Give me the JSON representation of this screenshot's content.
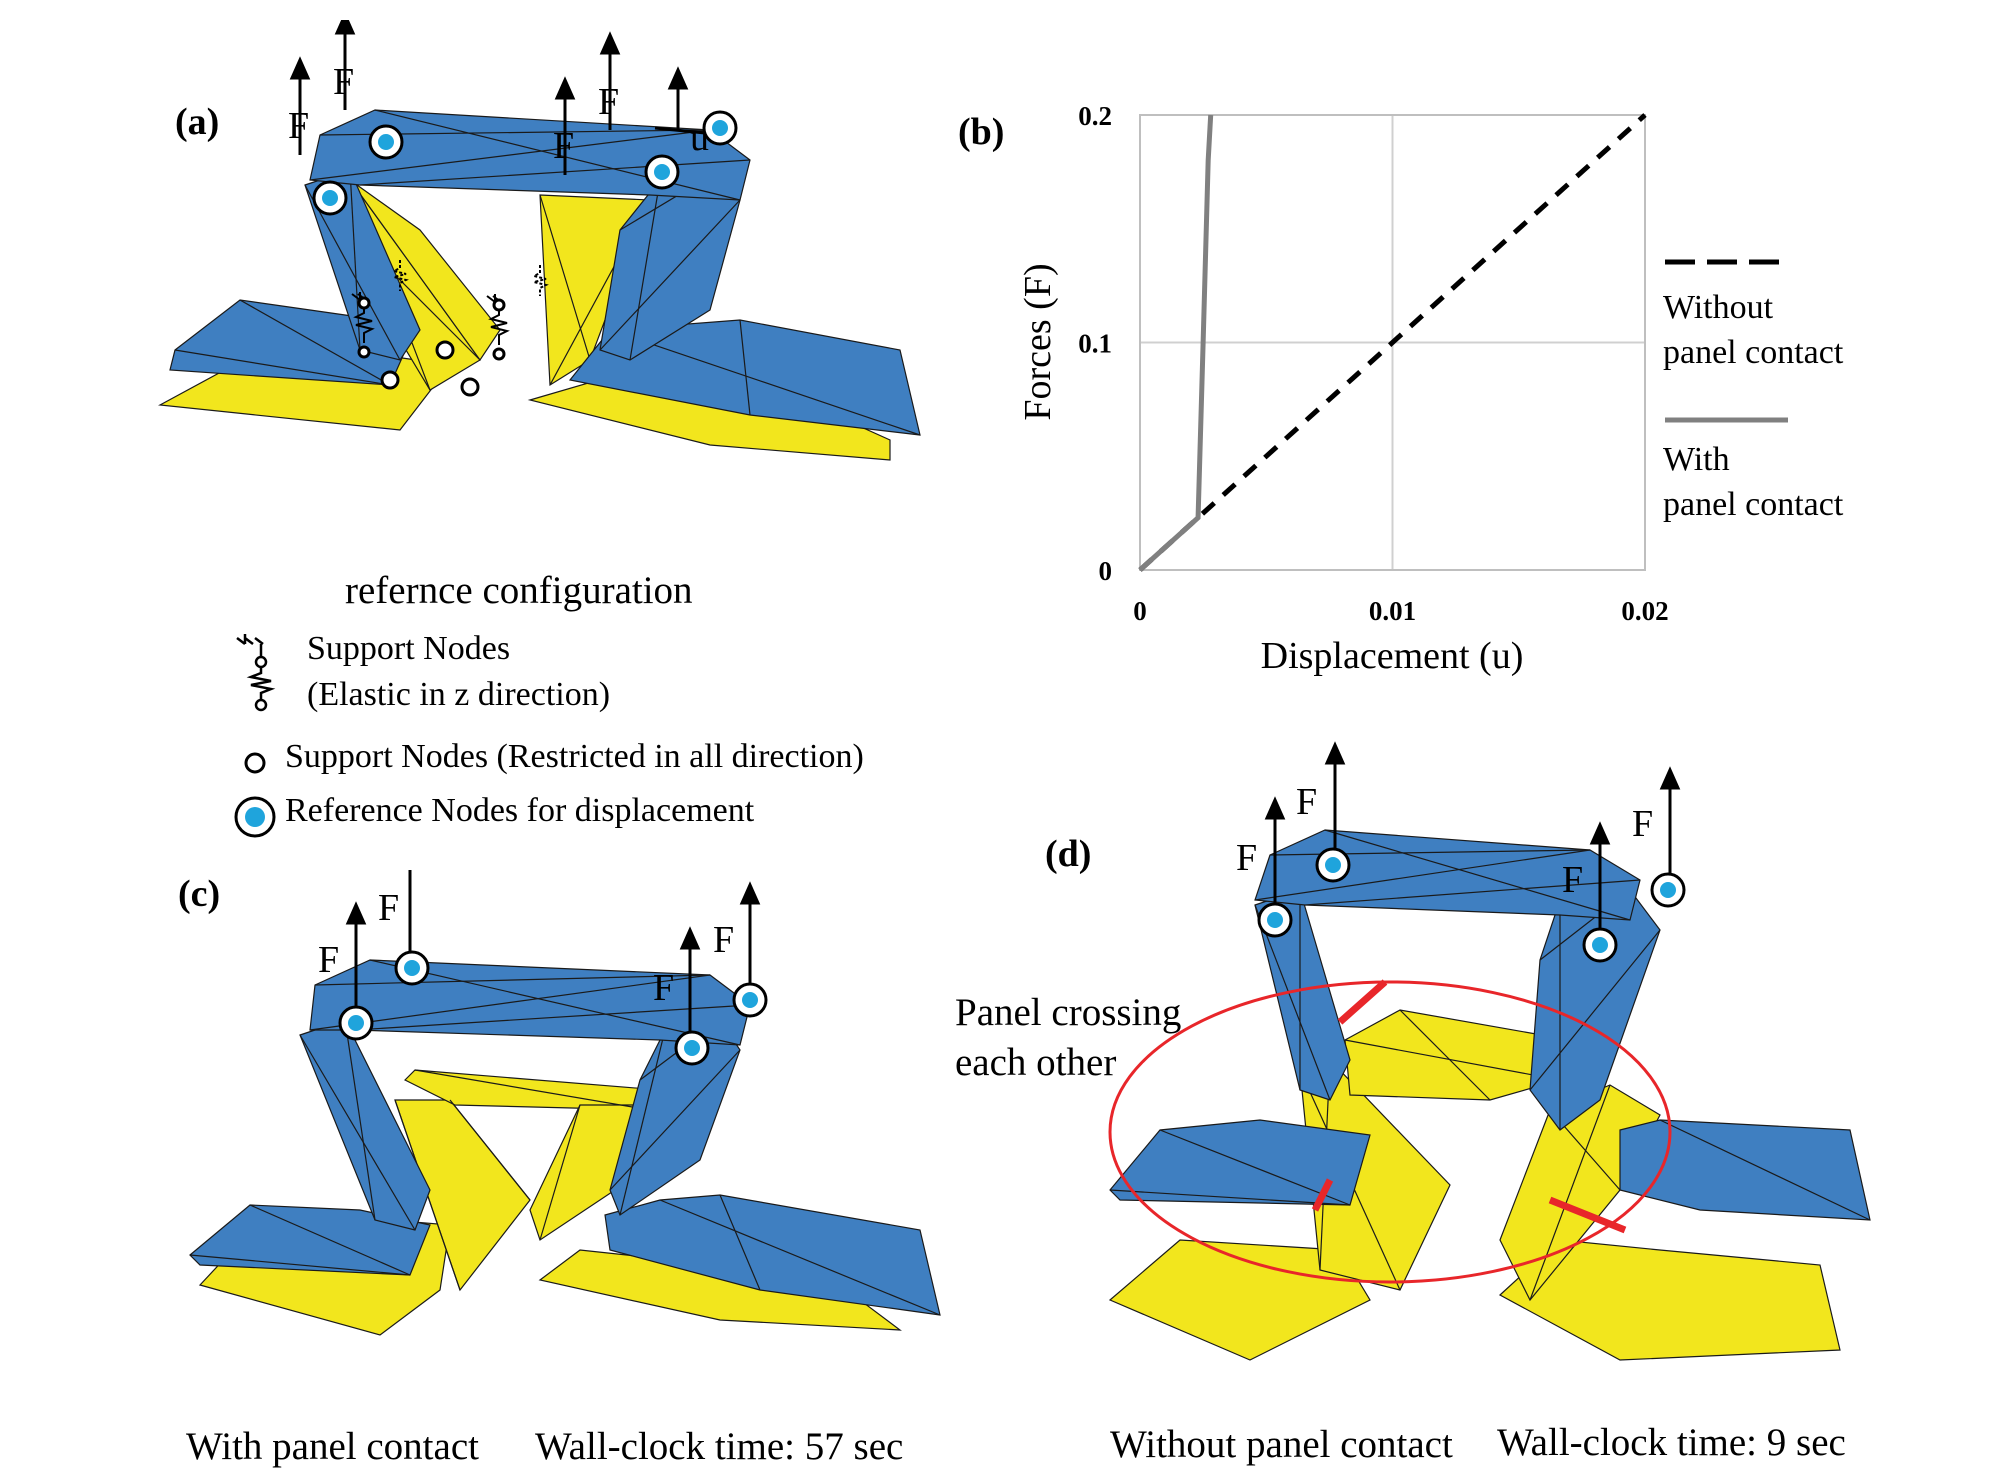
{
  "panels": {
    "a": {
      "label": "(a)",
      "caption": "refernce configuration",
      "force_label": "F",
      "disp_label": "u"
    },
    "b": {
      "label": "(b)"
    },
    "c": {
      "label": "(c)",
      "force_label": "F",
      "caption_left": "With panel contact",
      "caption_right": "Wall-clock time: 57 sec"
    },
    "d": {
      "label": "(d)",
      "force_label": "F",
      "annotation_line1": "Panel crossing",
      "annotation_line2": "each other",
      "caption_left": "Without panel contact",
      "caption_right": "Wall-clock time: 9 sec"
    }
  },
  "legend": {
    "elastic_line1": "Support Nodes",
    "elastic_line2": "(Elastic in z direction)",
    "fixed": "Support Nodes (Restricted in all direction)",
    "reference": "Reference Nodes for displacement"
  },
  "colors": {
    "blue_panel": "#3f7fc1",
    "yellow_panel": "#f2e61d",
    "node_fill": "#1fa4dc",
    "highlight": "#e8262a",
    "curve_contact": "#808080"
  },
  "chart_data": {
    "type": "line",
    "title": "",
    "xlabel": "Displacement (u)",
    "ylabel": "Forces (F)",
    "xlim": [
      0,
      0.02
    ],
    "ylim": [
      0,
      0.2
    ],
    "xticks": [
      "0",
      "0.01",
      "0.02"
    ],
    "yticks": [
      "0",
      "0.1",
      "0.2"
    ],
    "grid": true,
    "legend_position": "right",
    "series": [
      {
        "name_line1": "Without",
        "name_line2": "panel contact",
        "style": "dashed",
        "color": "#000000",
        "x": [
          0,
          0.0022,
          0.02
        ],
        "y": [
          0,
          0.022,
          0.2
        ]
      },
      {
        "name_line1": "With",
        "name_line2": "panel contact",
        "style": "solid",
        "color": "#808080",
        "x": [
          0,
          0.0023,
          0.0025,
          0.0027,
          0.0028
        ],
        "y": [
          0,
          0.023,
          0.1,
          0.18,
          0.2
        ]
      }
    ]
  }
}
